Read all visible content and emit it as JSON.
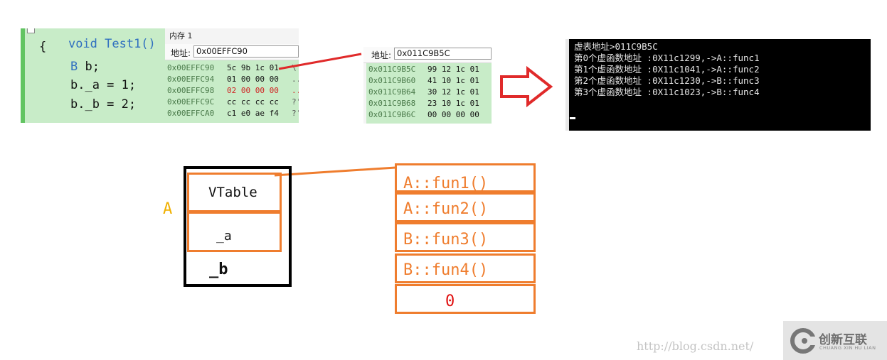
{
  "code": {
    "line0": "void Test1()",
    "line1": "{",
    "line2_kw": "B",
    "line2_rest": " b;",
    "line3": "b._a = 1;",
    "line4": "b._b = 2;"
  },
  "memory1": {
    "title": "内存 1",
    "address_label": "地址:",
    "address_value": "0x00EFFC90",
    "rows": [
      {
        "addr": "0x00EFFC90",
        "bytes": "5c 9b 1c 01",
        "chars": "\\"
      },
      {
        "addr": "0x00EFFC94",
        "bytes": "01 00 00 00",
        "chars": ".."
      },
      {
        "addr": "0x00EFFC98",
        "bytes": "02 00 00 00",
        "chars": ".."
      },
      {
        "addr": "0x00EFFC9C",
        "bytes": "cc cc cc cc",
        "chars": "?'"
      },
      {
        "addr": "0x00EFFCA0",
        "bytes": "c1 e0 ae f4",
        "chars": "?'"
      }
    ]
  },
  "memory2": {
    "address_label": "地址:",
    "address_value": "0x011C9B5C",
    "rows": [
      {
        "addr": "0x011C9B5C",
        "bytes": "99 12 1c 01"
      },
      {
        "addr": "0x011C9B60",
        "bytes": "41 10 1c 01"
      },
      {
        "addr": "0x011C9B64",
        "bytes": "30 12 1c 01"
      },
      {
        "addr": "0x011C9B68",
        "bytes": "23 10 1c 01"
      },
      {
        "addr": "0x011C9B6C",
        "bytes": "00 00 00 00"
      }
    ]
  },
  "console": {
    "lines": [
      "虚表地址>011C9B5C",
      "第0个虚函数地址 :0X11c1299,->A::func1",
      "第1个虚函数地址 :0X11c1041,->A::func2",
      "第2个虚函数地址 :0X11c1230,->B::func3",
      "第3个虚函数地址 :0X11c1023,->B::func4"
    ]
  },
  "diagram": {
    "class_label": "A",
    "vtable_cell": "VTable",
    "member_a": "_a",
    "member_b": "_b",
    "vtable_entries": [
      "A::fun1()",
      "A::fun2()",
      "B::fun3()",
      "B::fun4()"
    ],
    "terminator": "0"
  },
  "watermark": "http://blog.csdn.net/",
  "logo": {
    "name": "创新互联",
    "subtitle": "CHUANG XIN HU LIAN"
  },
  "colors": {
    "orange": "#ef7d2e",
    "red_arrow": "#e02a2a",
    "label_yellow": "#f0b000",
    "zero_red": "#e01010"
  }
}
